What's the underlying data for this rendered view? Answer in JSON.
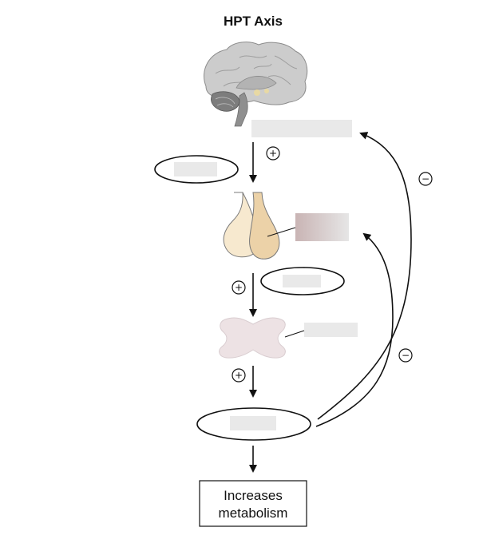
{
  "title": "HPT Axis",
  "outcome": {
    "line1": "Increases",
    "line2": "metabolism"
  },
  "signs": {
    "stimulate": "+",
    "inhibit": "−"
  },
  "colors": {
    "label_box": "#e9e9e9",
    "pituitary_light": "#f7e9cf",
    "pituitary_dark": "#ecd2a8",
    "thyroid": "#ede2e4",
    "brain": "#c9c9c9",
    "stroke": "#111111"
  },
  "icons": {
    "brain": "brain-icon",
    "pituitary": "pituitary-gland-icon",
    "thyroid": "thyroid-gland-icon"
  }
}
